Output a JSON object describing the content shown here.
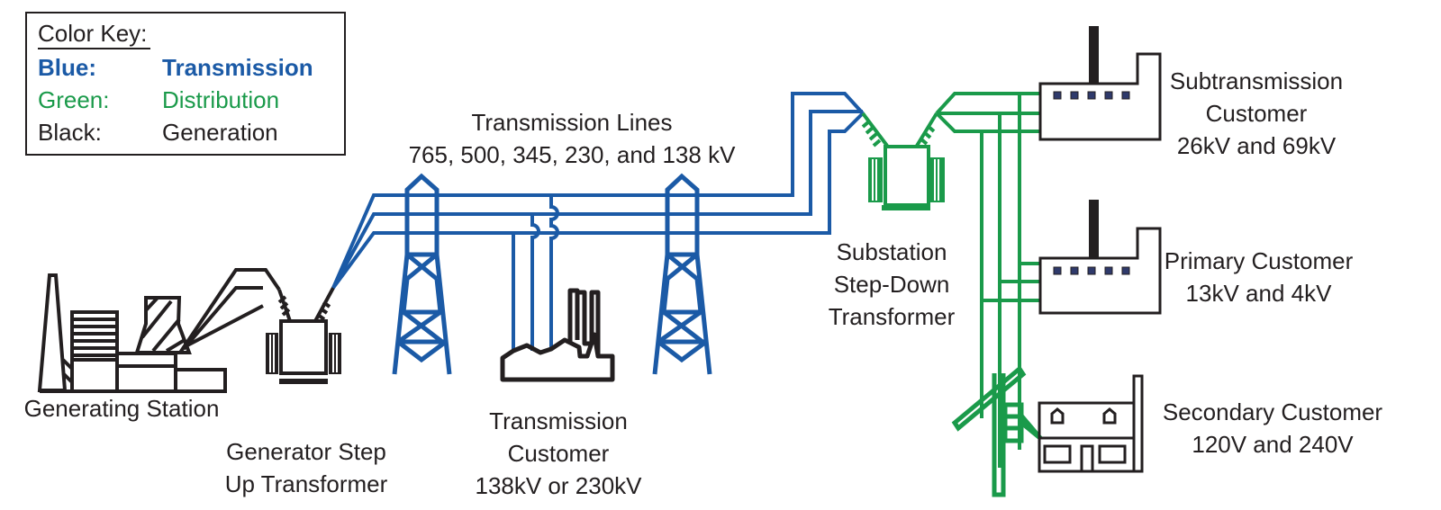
{
  "colors": {
    "transmission": "#1b5aa6",
    "distribution": "#1a9a4a",
    "generation": "#231f20",
    "window": "#2f3a6b"
  },
  "color_key": {
    "title": "Color Key:",
    "rows": [
      {
        "color_name": "Blue:",
        "meaning": "Transmission"
      },
      {
        "color_name": "Green:",
        "meaning": "Distribution"
      },
      {
        "color_name": "Black:",
        "meaning": "Generation"
      }
    ]
  },
  "labels": {
    "transmission_lines": [
      "Transmission Lines",
      "765, 500, 345, 230, and 138 kV"
    ],
    "generating_station": [
      "Generating Station"
    ],
    "generator_step_up": [
      "Generator Step",
      "Up Transformer"
    ],
    "transmission_customer": [
      "Transmission",
      "Customer",
      "138kV or 230kV"
    ],
    "substation": [
      "Substation",
      "Step-Down",
      "Transformer"
    ],
    "subtransmission_customer": [
      "Subtransmission",
      "Customer",
      "26kV and 69kV"
    ],
    "primary_customer": [
      "Primary Customer",
      "13kV and 4kV"
    ],
    "secondary_customer": [
      "Secondary Customer",
      "120V and 240V"
    ]
  },
  "icons": [
    "power-plant-icon",
    "step-up-transformer-icon",
    "transmission-tower-icon",
    "transmission-customer-factory-icon",
    "step-down-transformer-icon",
    "subtransmission-factory-icon",
    "primary-factory-icon",
    "utility-pole-icon",
    "house-icon"
  ]
}
